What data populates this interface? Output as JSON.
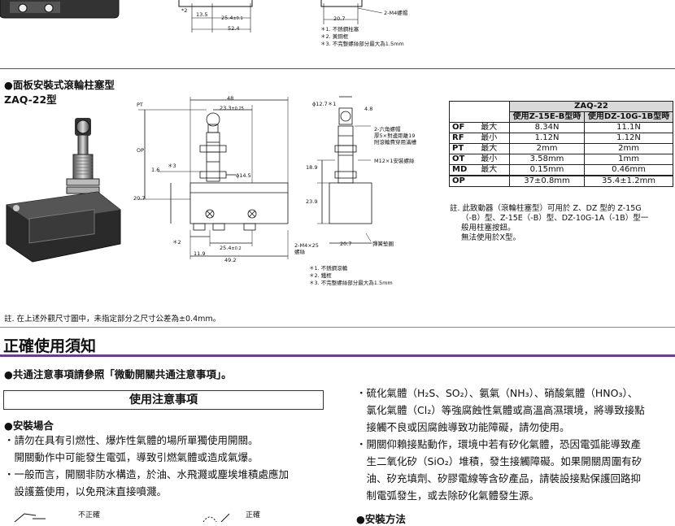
{
  "top_drawing": {
    "mark": "*2",
    "dim_13_5": "13.5",
    "dim_25_4": "25.4",
    "dim_25_4_tol": "±0.1",
    "dim_52_4": "52.4",
    "dim_20_7": "20.7",
    "label_m4": "2-M4螺帽",
    "notes": [
      "＊1. 不銹鋼柱塞",
      "＊2. 黃銅框",
      "＊3. 不完整螺絲部分最大為1.5mm"
    ]
  },
  "section_model": {
    "heading": "●面板安裝式滾輪柱塞型",
    "model": "ZAQ-22型"
  },
  "drawing": {
    "pt": "PT",
    "op": "OP",
    "dim_48": "48",
    "dim_23_3": "23.3",
    "dim_23_3_tol": "±0.25",
    "dim_1_6": "1.6",
    "mark3": "＊3",
    "dim_14_5": "ϕ14.5",
    "dim_20_7": "20.7",
    "mark2": "＊2",
    "dim_25_4": "25.4",
    "dim_25_4_tol": "±0.2",
    "dim_11_9": "11.9",
    "dim_49_2": "49.2",
    "dim_phi12_7": "ϕ12.7＊1",
    "dim_4_8": "4.8",
    "label_hex": [
      "2-六角螺帽",
      "厚5×對邊距離19",
      "附滾輪費穿用滿槽"
    ],
    "label_m12": "M12×1安裝螺絲",
    "dim_18_9": "18.9",
    "dim_23_9": "23.9",
    "label_m4x25": [
      "2-M4×25",
      "螺絲"
    ],
    "dim_20_7b": "20.7",
    "label_spring": "彈簧墊圈",
    "notes": [
      "＊1. 不銹鋼滾輪",
      "＊2. 鐵框",
      "＊3. 不完整螺絲部分最大為1.5mm"
    ]
  },
  "spec_table": {
    "model": "ZAQ-22",
    "col1": "使用Z-15E-B型時",
    "col2": "使用DZ-10G-1B型時",
    "rows": [
      {
        "param": "OF",
        "q": "最大",
        "v1": "8.34N",
        "v2": "11.1N"
      },
      {
        "param": "RF",
        "q": "最小",
        "v1": "1.12N",
        "v2": "1.12N"
      },
      {
        "param": "PT",
        "q": "最大",
        "v1": "2mm",
        "v2": "2mm"
      },
      {
        "param": "OT",
        "q": "最小",
        "v1": "3.58mm",
        "v2": "1mm"
      },
      {
        "param": "MD",
        "q": "最大",
        "v1": "0.15mm",
        "v2": "0.46mm"
      }
    ],
    "op_row": {
      "param": "OP",
      "v1": "37±0.8mm",
      "v2": "35.4±1.2mm"
    },
    "note_lines": [
      "註. 此致動器（滾輪柱塞型）可用於 Z、DZ 型的 Z-15G",
      "（-B）型、Z-15E（-B）型、DZ-10G-1A（-1B）型一",
      "般用柱塞按鈕。",
      "無法使用於X型。"
    ]
  },
  "tolerance_note": "註. 在上述外觀尺寸圖中，未指定部分之尺寸公差為±0.4mm。",
  "usage": {
    "title": "正確使用須知",
    "common_ref": "●共通注意事項請參照「微動開關共通注意事項」。",
    "box_label": "使用注意事項",
    "install_place_heading": "●安裝場合",
    "left_lines": [
      "・請勿在具有引燃性、爆炸性氣體的場所單獨使用開關。",
      "　開關動作中可能發生電弧，導致引燃氣體或造成氣爆。",
      "・一般而言，開關非防水構造，於油、水飛濺或塵埃堆積處應加",
      "　設護蓋使用，以免飛沫直接噴濺。"
    ],
    "right_lines": [
      "・硫化氣體（H₂S、SO₂）、氨氣（NH₃）、硝酸氣體（HNO₃）、",
      "　氯化氣體（Cl₂）等強腐蝕性氣體或高溫高濕環境，將導致接點",
      "　接觸不良或因腐蝕導致功能障礙，請勿使用。",
      "・開關仰賴接點動作，環境中若有矽化氣體，恐因電弧能導致產",
      "　生二氧化矽（SiO₂）堆積，發生接觸障礙。如果開關周圍有矽",
      "　油、矽充填劑、矽膠電線等含矽產品，請裝設接點保護回路抑",
      "　制電弧發生，或去除矽化氣體發生源。"
    ],
    "wrong_label": "不正確",
    "right_label": "正確",
    "install_method_heading": "●安裝方法"
  }
}
